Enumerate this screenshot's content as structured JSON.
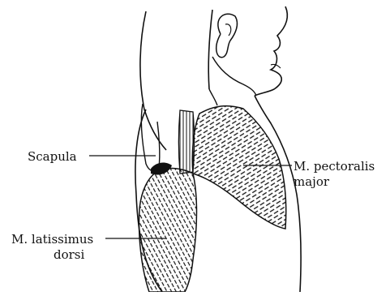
{
  "labels": {
    "scapula": "Scapula",
    "pectoralis_line1": "M. pectoralis",
    "pectoralis_line2": "major",
    "latissimus_line1": "M. latissimus",
    "latissimus_line2": "dorsi"
  },
  "colors": {
    "ink": "#111111",
    "background": "#ffffff"
  }
}
